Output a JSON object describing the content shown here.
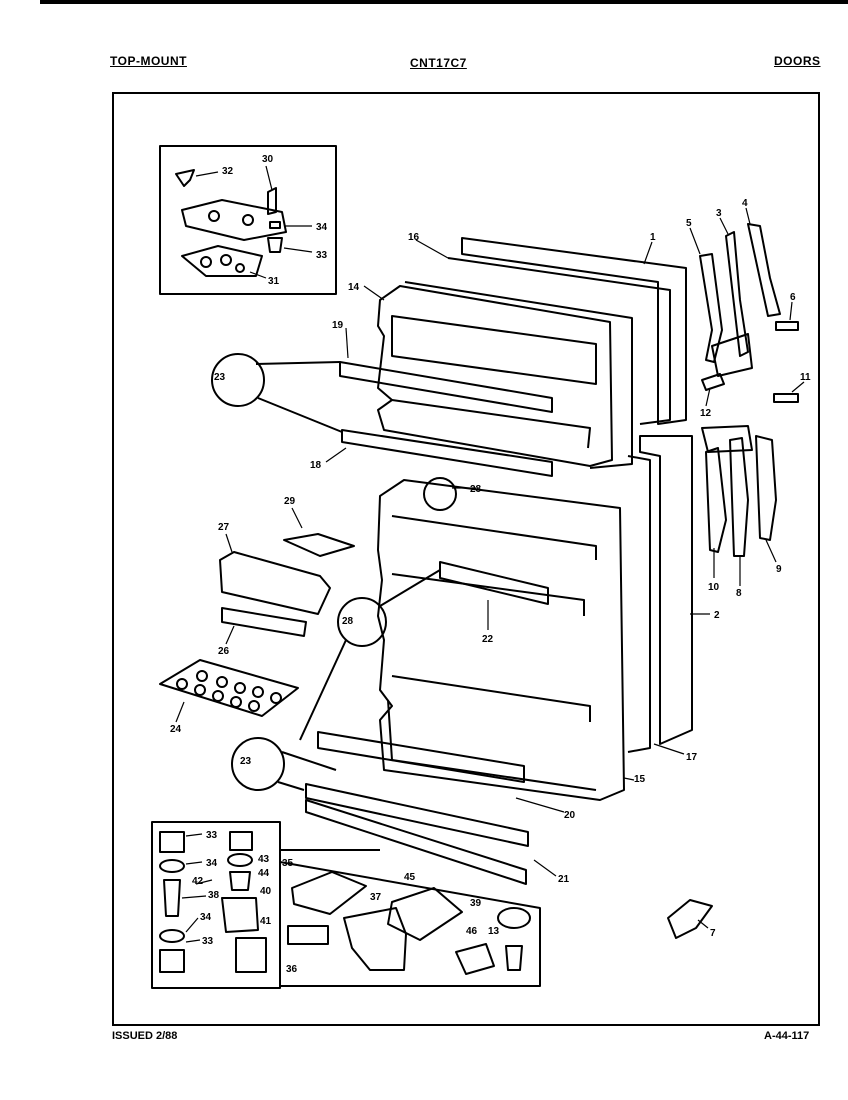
{
  "header": {
    "left": "TOP-MOUNT",
    "center": "CNT17C7",
    "right": "DOORS"
  },
  "footer": {
    "issued": "ISSUED 2/88",
    "code": "A-44-117"
  },
  "callouts": {
    "c1": "1",
    "c2": "2",
    "c3": "3",
    "c4": "4",
    "c5": "5",
    "c6": "6",
    "c7": "7",
    "c8": "8",
    "c9": "9",
    "c10": "10",
    "c11": "11",
    "c12": "12",
    "c13": "13",
    "c14": "14",
    "c15": "15",
    "c16": "16",
    "c17": "17",
    "c18": "18",
    "c19": "19",
    "c20": "20",
    "c21": "21",
    "c22": "22",
    "c23": "23",
    "c24": "24",
    "c26": "26",
    "c27": "27",
    "c28": "28",
    "c29": "29",
    "c30": "30",
    "c31": "31",
    "c32": "32",
    "c33": "33",
    "c34": "34",
    "c35": "35",
    "c36": "36",
    "c37": "37",
    "c38": "38",
    "c39": "39",
    "c40": "40",
    "c41": "41",
    "c42": "42",
    "c43": "43",
    "c44": "44",
    "c45": "45",
    "c46": "46"
  }
}
